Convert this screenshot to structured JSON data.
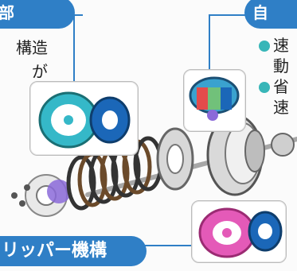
{
  "labels": {
    "top_left": "部",
    "top_right": "自",
    "bottom": "リッパー機構"
  },
  "left_text": {
    "line1": "構造",
    "line2": "が"
  },
  "right_text": {
    "line1": "速",
    "line2": "動",
    "line3": "省",
    "line4": "速"
  },
  "colors": {
    "accent_blue": "#2f7fc6",
    "teal_dot": "#38b6b8",
    "teal_part": "#35b8c8",
    "blue_part": "#1b67b8",
    "pink_part": "#e45ab8",
    "purple_part": "#8b6ad9"
  }
}
